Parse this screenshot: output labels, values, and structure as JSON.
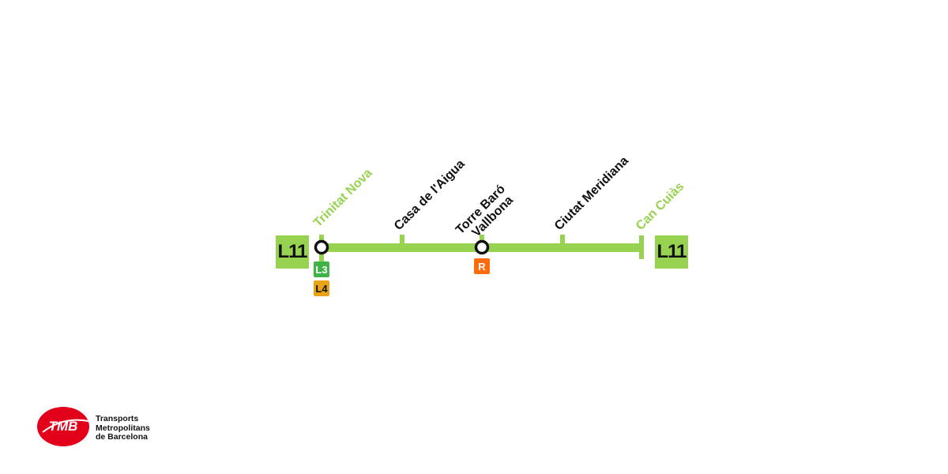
{
  "line": {
    "code": "L11",
    "color": "#97d350"
  },
  "stations": [
    {
      "name": "Trinitat Nova",
      "terminal": true,
      "interchange": true
    },
    {
      "name": "Casa de l'Aigua",
      "terminal": false,
      "interchange": false
    },
    {
      "name": "Torre Baró\nVallbona",
      "terminal": false,
      "interchange": true
    },
    {
      "name": "Ciutat Meridiana",
      "terminal": false,
      "interchange": false
    },
    {
      "name": "Can Cuiàs",
      "terminal": true,
      "interchange": false
    }
  ],
  "connections": {
    "trinitat_nova": [
      {
        "label": "L3",
        "color": "#41b248"
      },
      {
        "label": "L4",
        "color": "#e8a316"
      }
    ],
    "torre_baro": [
      {
        "label": "R",
        "color": "#ff6c0c"
      }
    ]
  },
  "brand": {
    "logo_text": "TMB",
    "logo_color": "#e3001b",
    "name_lines": [
      "Transports",
      "Metropolitans",
      "de Barcelona"
    ]
  }
}
